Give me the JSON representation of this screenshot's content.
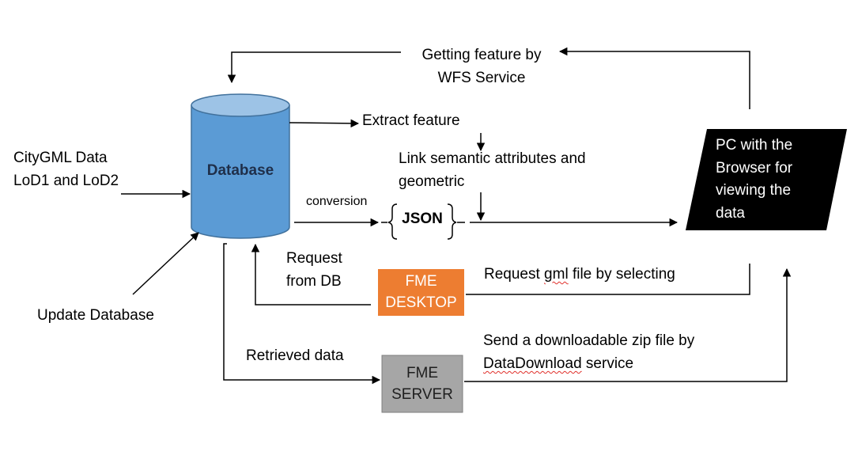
{
  "colors": {
    "database_fill": "#5b9bd5",
    "database_top": "#9dc3e6",
    "database_stroke": "#41719c",
    "fme_desktop_fill": "#ed7d31",
    "fme_server_fill": "#a6a6a6",
    "pc_fill": "#000000",
    "misspelling_underline": "#e0302b"
  },
  "nodes": {
    "database": {
      "label": "Database"
    },
    "json": {
      "label": "JSON"
    },
    "fme_desktop": {
      "line1": "FME",
      "line2": "DESKTOP"
    },
    "fme_server": {
      "line1": "FME",
      "line2": "SERVER"
    },
    "pc": {
      "line1": "PC with the",
      "line2": "Browser for",
      "line3": "viewing the",
      "line4": "data"
    }
  },
  "labels": {
    "getting_feature_1": "Getting feature by",
    "getting_feature_2": "WFS Service",
    "extract_feature": "Extract feature",
    "link_semantic_1": "Link semantic attributes and",
    "link_semantic_2": "geometric",
    "citygml_1": "CityGML Data",
    "citygml_2": "LoD1 and LoD2",
    "conversion": "conversion",
    "request_db_1": "Request",
    "request_db_2": "from DB",
    "request_gml_pre": "Request ",
    "request_gml_word": "gml",
    "request_gml_post": " file by selecting",
    "update_database": "Update Database",
    "retrieved_data": "Retrieved data",
    "send_zip_1": "Send a downloadable zip file by",
    "send_zip_2_word": "DataDownload",
    "send_zip_2_post": " service"
  }
}
